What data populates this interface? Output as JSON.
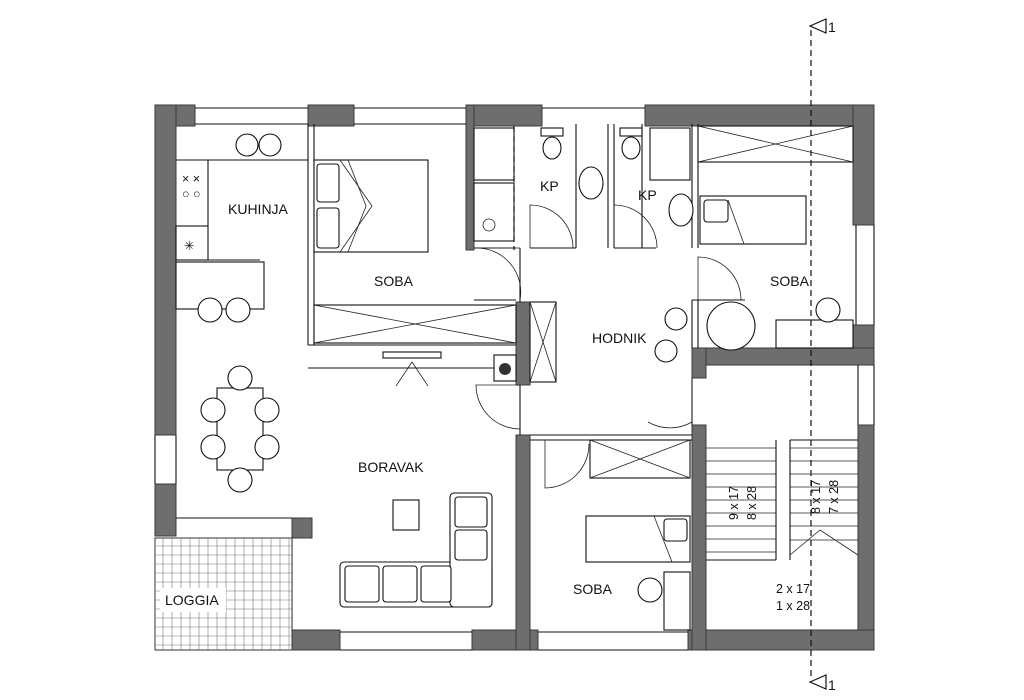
{
  "rooms": {
    "kuhinja": "KUHINJA",
    "soba_master": "SOBA",
    "kp_left": "KP",
    "kp_right": "KP",
    "soba_right": "SOBA",
    "hodnik": "HODNIK",
    "boravak": "BORAVAK",
    "soba_bottom": "SOBA",
    "loggia": "LOGGIA"
  },
  "stairs": {
    "flight_left_a": "9 x 17",
    "flight_left_b": "8 x 28",
    "flight_right_a": "8 x 17",
    "flight_right_b": "7 x 28",
    "landing_a": "2 x 17",
    "landing_b": "1 x 28"
  },
  "section": {
    "marker_top": "1",
    "marker_bottom": "1"
  },
  "colors": {
    "wall": "#6e6e6e",
    "line": "#111111"
  }
}
